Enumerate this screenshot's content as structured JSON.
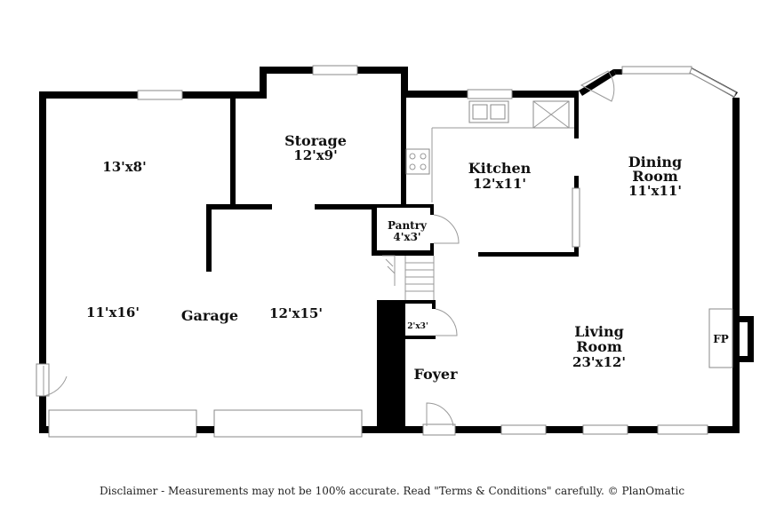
{
  "rooms": {
    "storage": {
      "name": "Storage",
      "dim": "12'x9'"
    },
    "garage_rear": {
      "dim": "13'x8'"
    },
    "garage": {
      "name": "Garage"
    },
    "garage_left": {
      "dim": "11'x16'"
    },
    "garage_right": {
      "dim": "12'x15'"
    },
    "kitchen": {
      "name": "Kitchen",
      "dim": "12'x11'"
    },
    "dining": {
      "name_line1": "Dining",
      "name_line2": "Room",
      "dim": "11'x11'"
    },
    "pantry": {
      "name": "Pantry",
      "dim": "4'x3'"
    },
    "closet": {
      "dim": "2'x3'"
    },
    "foyer": {
      "name": "Foyer"
    },
    "living": {
      "name_line1": "Living",
      "name_line2": "Room",
      "dim": "23'x12'"
    },
    "fireplace": {
      "label": "FP"
    }
  },
  "disclaimer": "Disclaimer - Measurements may not be 100% accurate. Read \"Terms & Conditions\" carefully. © PlanOmatic"
}
